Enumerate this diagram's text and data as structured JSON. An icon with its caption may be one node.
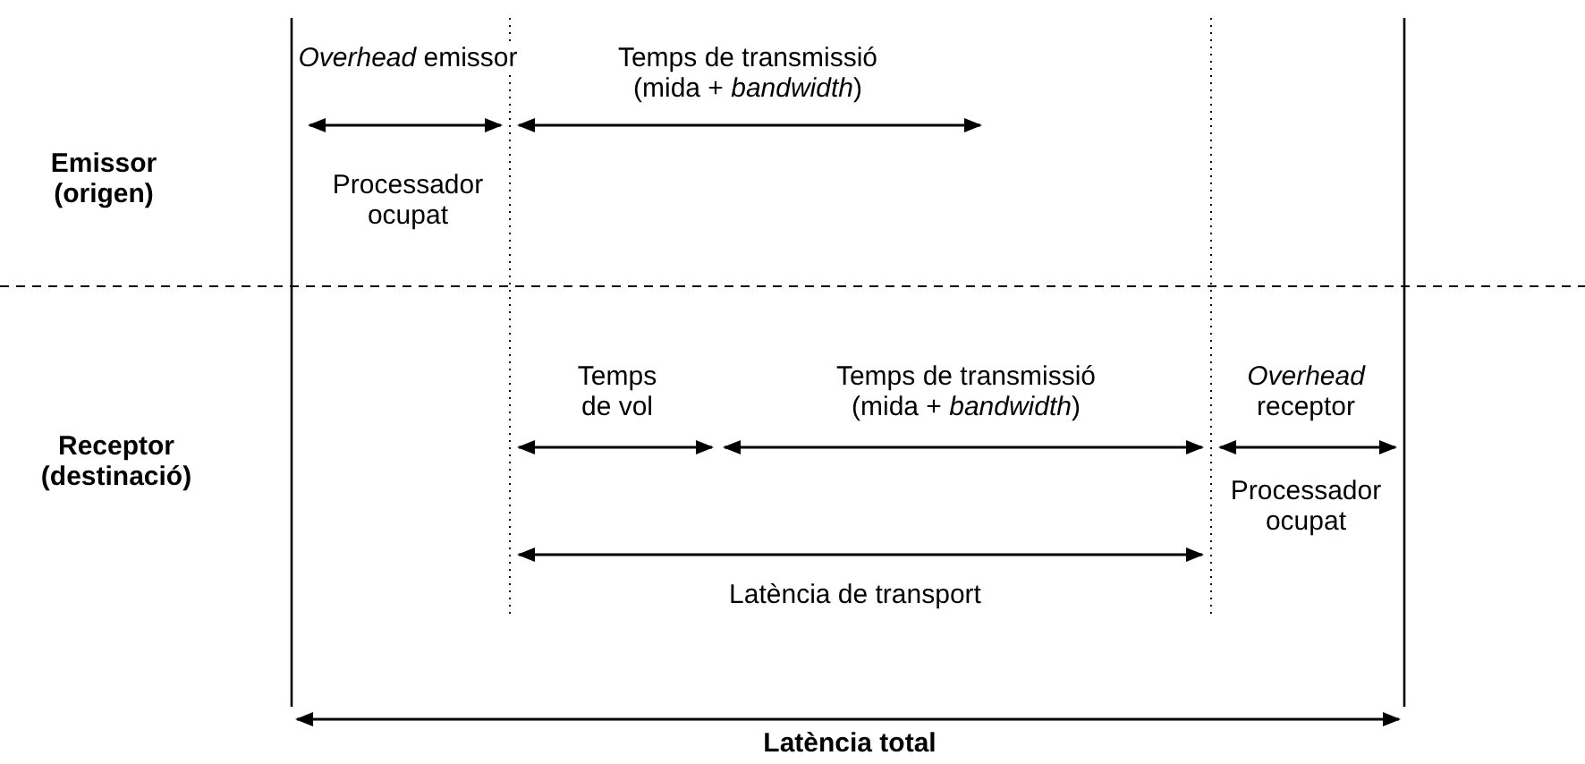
{
  "diagram": {
    "labels": [
      "*Overhead* emissor",
      "Temps de transmissió (mida + *bandwidth*)",
      "Emissor (origen)",
      "Processador ocupat",
      "Temps de vol",
      "Temps de transmissió (mida + *bandwidth*)",
      "*Overhead* receptor",
      "Receptor (destinació)",
      "Processador ocupat",
      "Latència de transport",
      "Latència total"
    ]
  }
}
